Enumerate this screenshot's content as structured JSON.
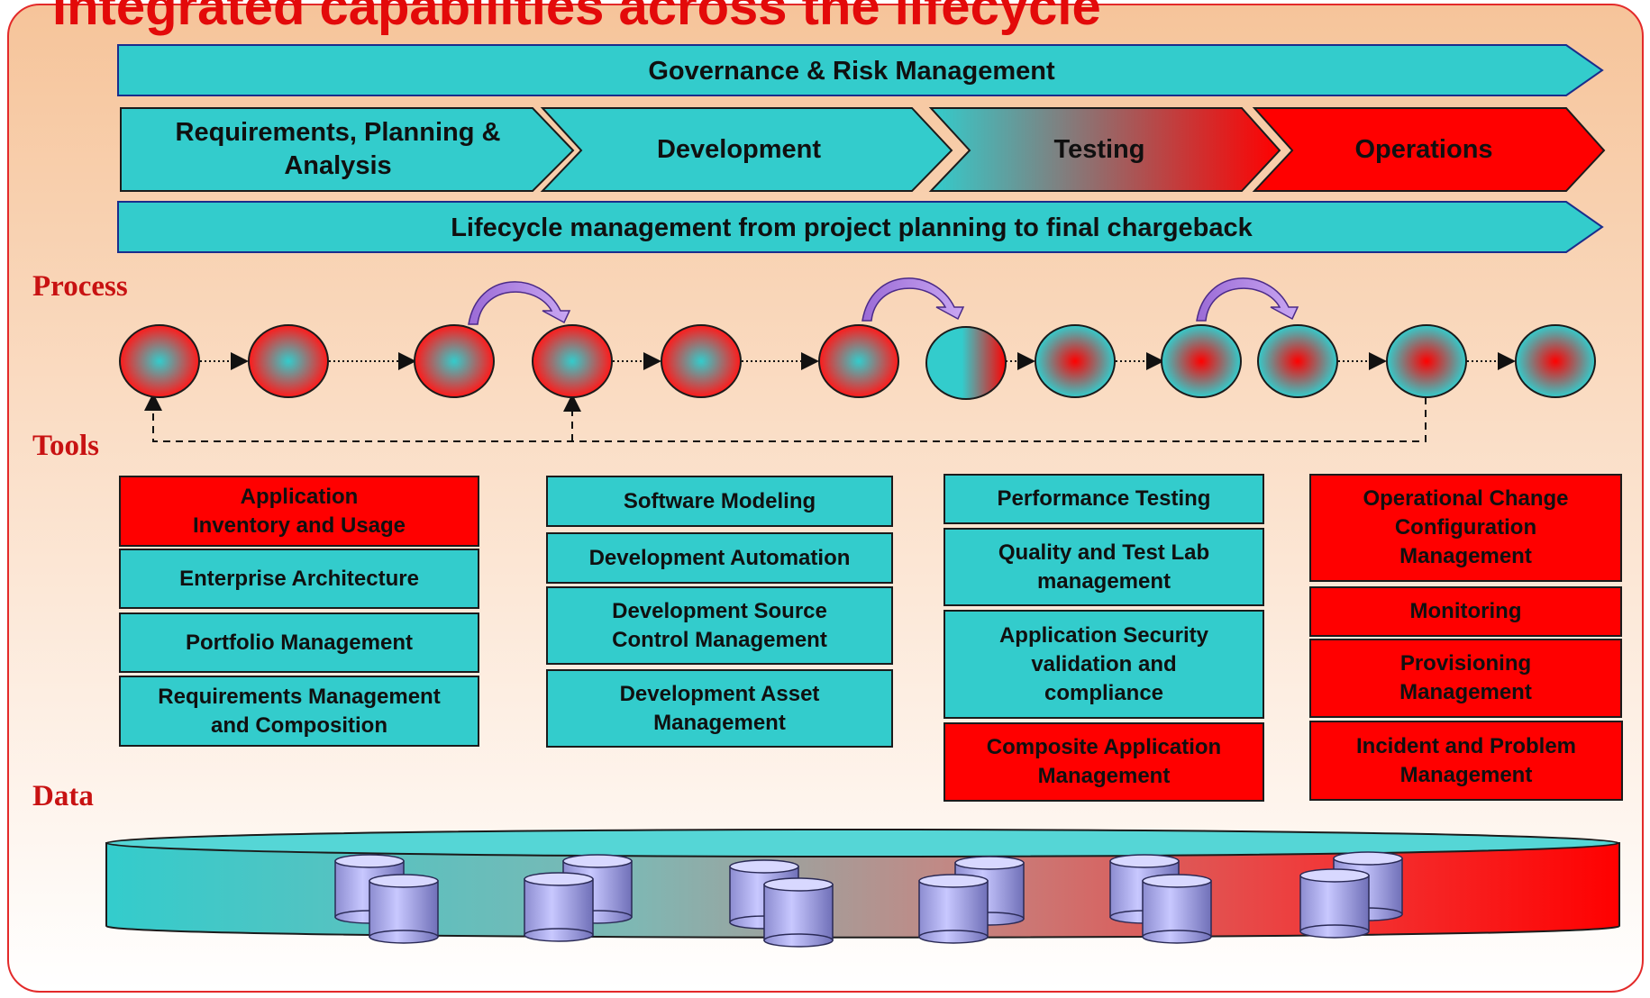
{
  "title": "Integrated capabilities across the lifecycle",
  "colors": {
    "teal": "#33cccc",
    "red": "#ff0000",
    "title": "#e30a0a",
    "section": "#c81212",
    "frame": "#e32a2a"
  },
  "banners": {
    "governance": "Governance & Risk Management",
    "lifecycle": "Lifecycle management from project planning to final chargeback"
  },
  "phases": [
    {
      "label": "Requirements, Planning &\nAnalysis"
    },
    {
      "label": "Development"
    },
    {
      "label": "Testing"
    },
    {
      "label": "Operations"
    }
  ],
  "sections": {
    "process": "Process",
    "tools": "Tools",
    "data": "Data"
  },
  "tools": [
    {
      "items": [
        {
          "label": "Application\nInventory and Usage",
          "color": "red"
        },
        {
          "label": "Enterprise Architecture",
          "color": "teal"
        },
        {
          "label": "Portfolio Management",
          "color": "teal"
        },
        {
          "label": "Requirements Management\nand Composition",
          "color": "teal"
        }
      ]
    },
    {
      "items": [
        {
          "label": "Software Modeling",
          "color": "teal"
        },
        {
          "label": "Development Automation",
          "color": "teal"
        },
        {
          "label": "Development Source\nControl Management",
          "color": "teal"
        },
        {
          "label": "Development Asset\nManagement",
          "color": "teal"
        }
      ]
    },
    {
      "items": [
        {
          "label": "Performance Testing",
          "color": "teal"
        },
        {
          "label": "Quality and Test Lab\nmanagement",
          "color": "teal"
        },
        {
          "label": "Application Security\nvalidation and\ncompliance",
          "color": "teal"
        },
        {
          "label": "Composite Application\nManagement",
          "color": "red"
        }
      ]
    },
    {
      "items": [
        {
          "label": "Operational Change\nConfiguration\nManagement",
          "color": "red"
        },
        {
          "label": "Monitoring",
          "color": "red"
        },
        {
          "label": "Provisioning\nManagement",
          "color": "red"
        },
        {
          "label": "Incident and Problem\nManagement",
          "color": "red"
        }
      ]
    }
  ],
  "process_nodes": [
    {
      "style": "red-outer"
    },
    {
      "style": "red-outer"
    },
    {
      "style": "red-outer"
    },
    {
      "style": "red-outer"
    },
    {
      "style": "red-outer"
    },
    {
      "style": "red-outer"
    },
    {
      "style": "split"
    },
    {
      "style": "teal-outer"
    },
    {
      "style": "teal-outer"
    },
    {
      "style": "teal-outer"
    },
    {
      "style": "teal-outer"
    },
    {
      "style": "teal-outer"
    }
  ]
}
